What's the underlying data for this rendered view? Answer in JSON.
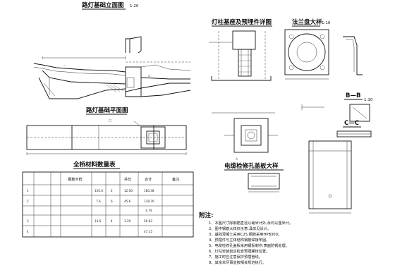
{
  "views": {
    "elevation": {
      "title": "路灯基础立面图",
      "scale": "1:20"
    },
    "plan": {
      "title": "路灯基础平面图"
    },
    "pile_detail": {
      "title": "灯柱基座及预埋件详图"
    },
    "flange_detail": {
      "title": "法兰盘大样",
      "scale": "1:10"
    },
    "cable_cover": {
      "title": "电缆检修孔盖板大样"
    },
    "section_bb": {
      "label": "B—B",
      "scale": "1:10"
    },
    "section_cc": {
      "label": "C—C"
    }
  },
  "quantity_table": {
    "title": "全桥材料数量表",
    "header_primary": [
      "",
      "",
      "",
      "钢筋大样",
      "",
      "",
      "共长",
      "合计",
      "备注"
    ],
    "rows": [
      [
        "1",
        "",
        "",
        "",
        "120.0",
        "2",
        "12.00",
        "180.48",
        ""
      ],
      [
        "2",
        "",
        "",
        "",
        "7.6",
        "6",
        "45.6",
        "118.76",
        ""
      ],
      [
        "",
        "",
        "",
        "",
        "",
        "",
        "",
        "1.74",
        ""
      ],
      [
        "3",
        "",
        "",
        "",
        "13.6",
        "4",
        "1.20",
        "50.62",
        ""
      ],
      [
        "4",
        "",
        "",
        "",
        "",
        "",
        "",
        "47.15",
        ""
      ]
    ]
  },
  "notes": {
    "heading": "附注:",
    "items": [
      "1、本图尺寸除钢筋直径以毫米计外,余均以厘米计。",
      "2、图中钢筋大样仅示意,具体见设计。",
      "3、基础混凝土采用C25,钢筋采用HPB300。",
      "4、预埋件与主体结构钢筋焊接牢固。",
      "5、电缆检修孔盖板采用钢板制作,表面防锈处理。",
      "6、灯柱安装前应检查预埋螺栓位置。",
      "7、施工时应注意保护预埋管线。",
      "8、其余未尽事宜按相关规范执行。"
    ]
  }
}
